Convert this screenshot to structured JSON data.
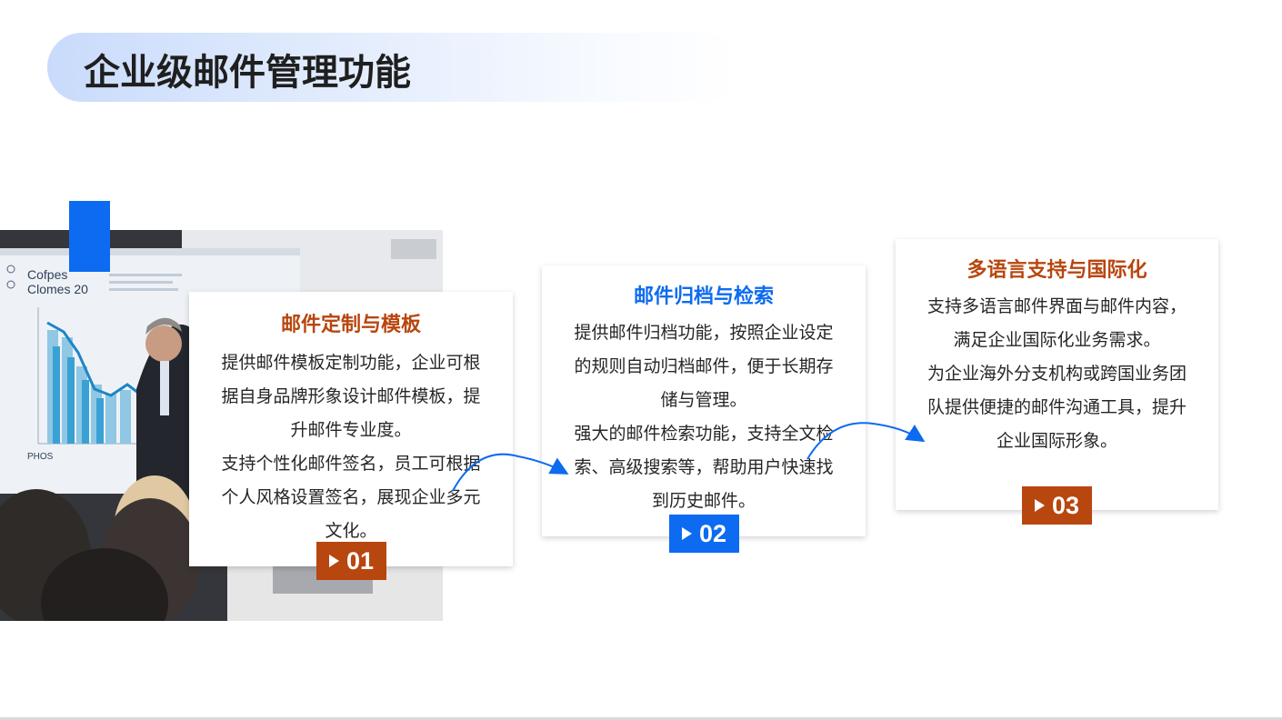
{
  "header": {
    "title": "企业级邮件管理功能"
  },
  "photo": {
    "slide_text_line1": "Cofpes",
    "slide_text_line2": "Clomes 20",
    "slide_footer": "PHOS"
  },
  "cards": [
    {
      "title": "邮件定制与模板",
      "paragraphs": [
        [
          "提供邮件模板定制功能，企业可根",
          "据自身品牌形象设计邮件模板，提",
          "升邮件专业度。"
        ],
        [
          "支持个性化邮件签名，员工可根据",
          "个人风格设置签名，展现企业多元",
          "文化。"
        ]
      ],
      "badge": "01",
      "title_color": "#b8460f",
      "badge_color": "#b8460f"
    },
    {
      "title": "邮件归档与检索",
      "paragraphs": [
        [
          "提供邮件归档功能，按照企业设定",
          "的规则自动归档邮件，便于长期存",
          "储与管理。"
        ],
        [
          "强大的邮件检索功能，支持全文检",
          "索、高级搜索等，帮助用户快速找",
          "到历史邮件。"
        ]
      ],
      "badge": "02",
      "title_color": "#0c6bf0",
      "badge_color": "#0c6bf0"
    },
    {
      "title": "多语言支持与国际化",
      "paragraphs": [
        [
          "支持多语言邮件界面与邮件内容，",
          "满足企业国际化业务需求。"
        ],
        [
          "为企业海外分支机构或跨国业务团",
          "队提供便捷的邮件沟通工具，提升",
          "企业国际形象。"
        ]
      ],
      "badge": "03",
      "title_color": "#b8460f",
      "badge_color": "#b8460f"
    }
  ],
  "colors": {
    "accent_blue": "#0c6bf0",
    "accent_orange": "#b8460f"
  },
  "icons": {
    "badge_marker": "play-triangle-icon",
    "connector": "curved-arrow-icon"
  }
}
